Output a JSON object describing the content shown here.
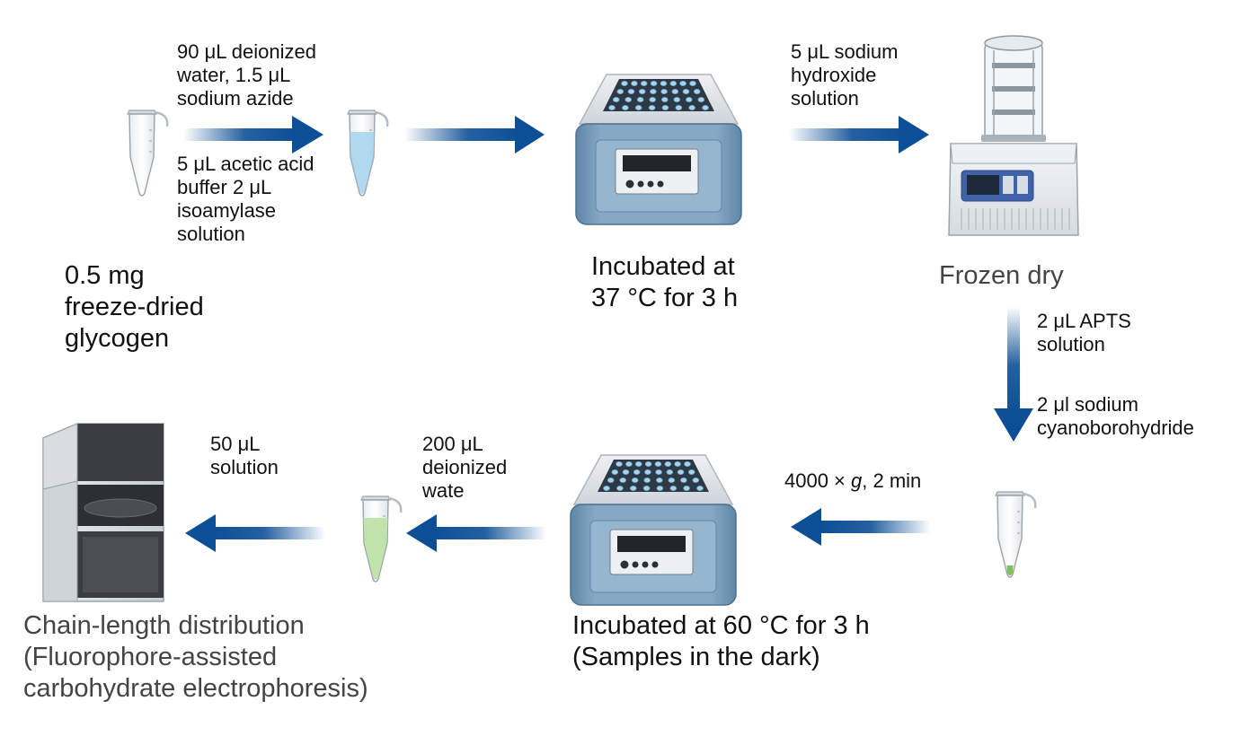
{
  "steps": {
    "sample": {
      "lines": [
        "0.5 mg",
        "freeze-dried",
        "glycogen"
      ]
    },
    "incubate1": {
      "lines": [
        "Incubated at",
        "37 °C for 3 h"
      ]
    },
    "freeze_dry": {
      "lines": [
        "Frozen dry"
      ]
    },
    "incubate2": {
      "lines": [
        "Incubated at 60 °C for 3 h",
        "(Samples in the dark)"
      ]
    },
    "analysis": {
      "lines": [
        "Chain-length distribution",
        "(Fluorophore-assisted",
        "carbohydrate electrophoresis)"
      ]
    }
  },
  "reagents": {
    "water_azide": {
      "lines": [
        "90 μL deionized",
        "water, 1.5 μL",
        "sodium azide"
      ]
    },
    "buffer_enzyme": {
      "lines": [
        "5 μL acetic acid",
        "buffer 2 μL",
        "isoamylase",
        "solution"
      ]
    },
    "naoh": {
      "lines": [
        "5 μL sodium",
        "hydroxide",
        "solution"
      ]
    },
    "apts": {
      "lines": [
        "2 μL APTS",
        "solution"
      ]
    },
    "cyanoborohydride": {
      "lines": [
        "2 μl sodium",
        "cyanoborohydride"
      ]
    },
    "centrifuge": {
      "prefix": "4000 × ",
      "italic": "g",
      "suffix": ", 2 min"
    },
    "water_dilute": {
      "lines": [
        "200 μL",
        "deionized",
        "wate"
      ]
    },
    "injection": {
      "lines": [
        "50 μL",
        "solution"
      ]
    }
  },
  "colors": {
    "arrow": "#0d4f96",
    "incubator_body": "#7a9fbd",
    "incubator_top": "#dfe3e7",
    "tube_blue_liquid": "#a9d6f0",
    "tube_green_liquid": "#bde3a6"
  },
  "icons": {
    "tube_empty": "microcentrifuge-tube-icon",
    "tube_blue": "tube-blue-liquid-icon",
    "incubator": "heat-block-incubator-icon",
    "freeze_dryer": "freeze-dryer-icon",
    "tube_green_small": "tube-green-pellet-icon",
    "tube_green": "tube-green-liquid-icon",
    "ce_instrument": "electrophoresis-instrument-icon"
  }
}
